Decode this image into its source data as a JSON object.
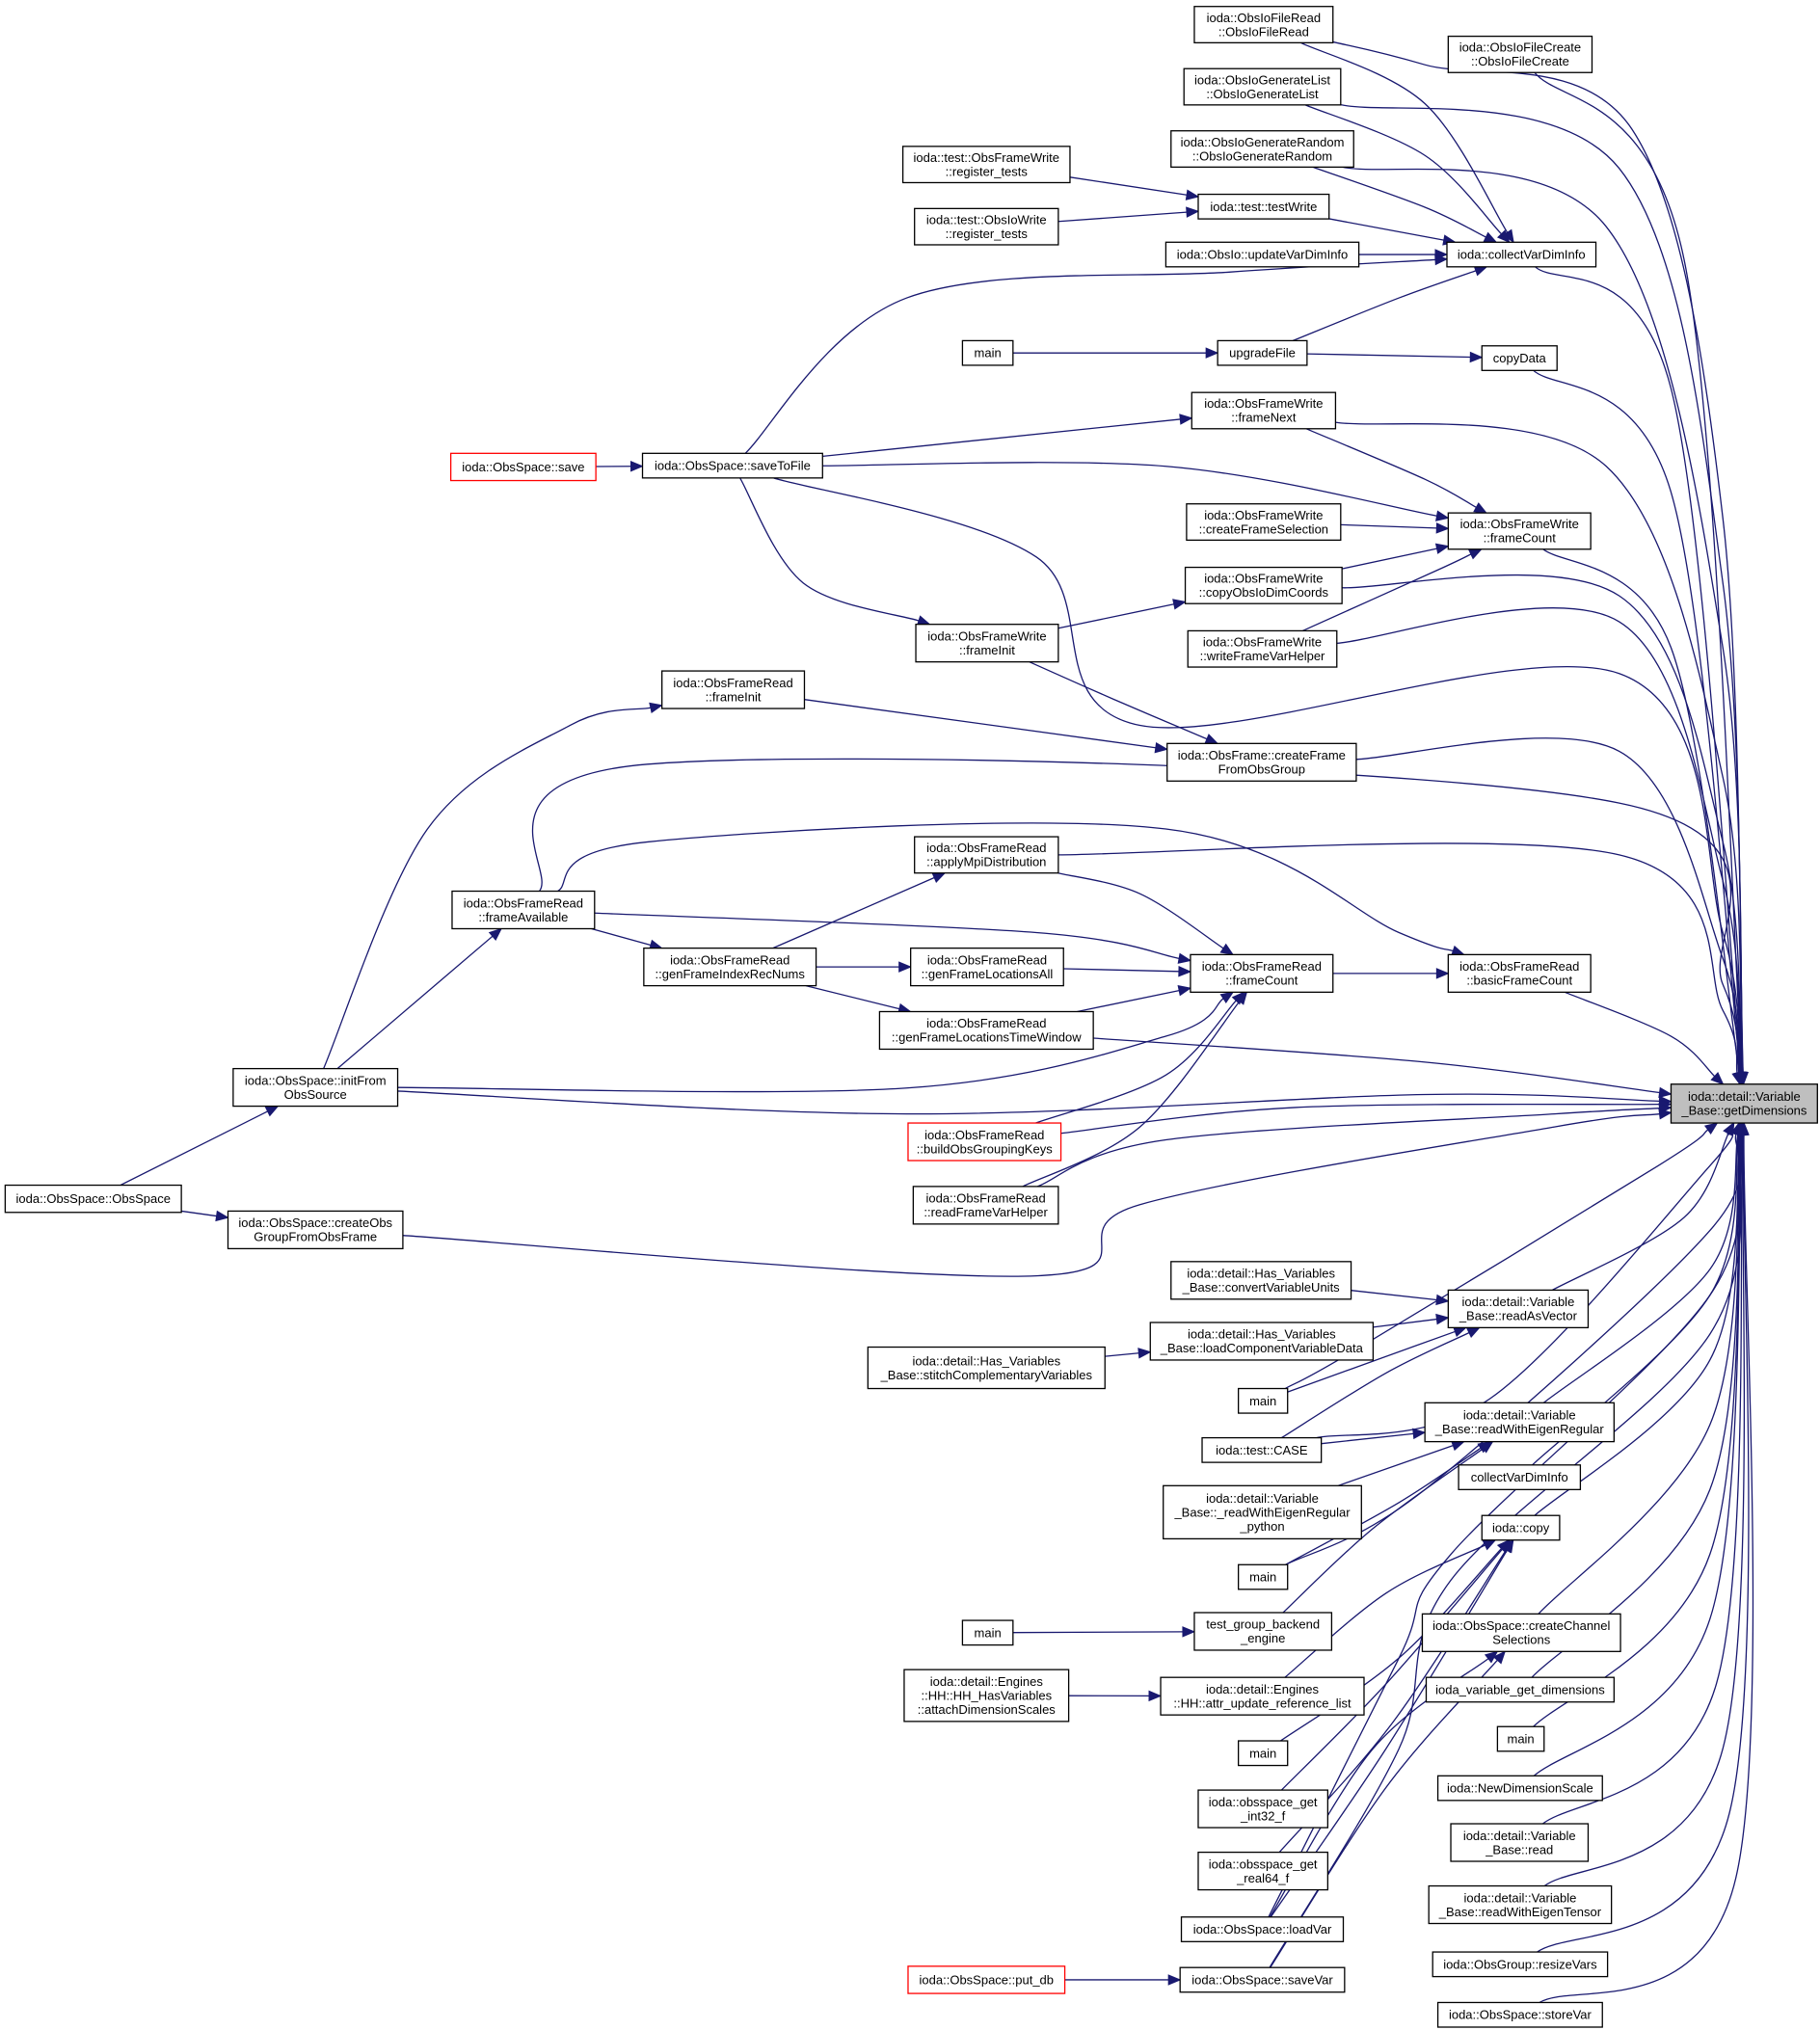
{
  "colors": {
    "edge": "#191970",
    "box_border": "#000000",
    "truncated_border": "#ff0000",
    "target_fill": "#bfbfbf"
  },
  "target": "getDimensions",
  "nodes": {
    "getDimensions": [
      "ioda::detail::Variable",
      "_Base::getDimensions"
    ],
    "fileReadCtor": [
      "ioda::ObsIoFileRead",
      "::ObsIoFileRead"
    ],
    "fileCreateCtor": [
      "ioda::ObsIoFileCreate",
      "::ObsIoFileCreate"
    ],
    "genListCtor": [
      "ioda::ObsIoGenerateList",
      "::ObsIoGenerateList"
    ],
    "genRandomCtor": [
      "ioda::ObsIoGenerateRandom",
      "::ObsIoGenerateRandom"
    ],
    "testFwRegister": [
      "ioda::test::ObsFrameWrite",
      "::register_tests"
    ],
    "testIoRegister": [
      "ioda::test::ObsIoWrite",
      "::register_tests"
    ],
    "testWrite": [
      "ioda::test::testWrite"
    ],
    "updateVarDimInfo": [
      "ioda::ObsIo::updateVarDimInfo"
    ],
    "collectVarDimInfo": [
      "ioda::collectVarDimInfo"
    ],
    "main1": [
      "main"
    ],
    "upgradeFile": [
      "upgradeFile"
    ],
    "copyData": [
      "copyData"
    ],
    "fwFrameNext": [
      "ioda::ObsFrameWrite",
      "::frameNext"
    ],
    "osSave": [
      "ioda::ObsSpace::save"
    ],
    "osSaveToFile": [
      "ioda::ObsSpace::saveToFile"
    ],
    "fwCreateFrameSel": [
      "ioda::ObsFrameWrite",
      "::createFrameSelection"
    ],
    "fwFrameCount": [
      "ioda::ObsFrameWrite",
      "::frameCount"
    ],
    "fwCopyObsIoDim": [
      "ioda::ObsFrameWrite",
      "::copyObsIoDimCoords"
    ],
    "fwFrameInit": [
      "ioda::ObsFrameWrite",
      "::frameInit"
    ],
    "fwWriteFrameVar": [
      "ioda::ObsFrameWrite",
      "::writeFrameVarHelper"
    ],
    "frFrameInit": [
      "ioda::ObsFrameRead",
      "::frameInit"
    ],
    "ofCreateFrame": [
      "ioda::ObsFrame::createFrame",
      "FromObsGroup"
    ],
    "frApplyMpi": [
      "ioda::ObsFrameRead",
      "::applyMpiDistribution"
    ],
    "frFrameAvailable": [
      "ioda::ObsFrameRead",
      "::frameAvailable"
    ],
    "frGenIndexRec": [
      "ioda::ObsFrameRead",
      "::genFrameIndexRecNums"
    ],
    "frGenLocAll": [
      "ioda::ObsFrameRead",
      "::genFrameLocationsAll"
    ],
    "frFrameCount": [
      "ioda::ObsFrameRead",
      "::frameCount"
    ],
    "frBasicFrameCount": [
      "ioda::ObsFrameRead",
      "::basicFrameCount"
    ],
    "frGenLocTime": [
      "ioda::ObsFrameRead",
      "::genFrameLocationsTimeWindow"
    ],
    "osInitFrom": [
      "ioda::ObsSpace::initFrom",
      "ObsSource"
    ],
    "frBuildGrouping": [
      "ioda::ObsFrameRead",
      "::buildObsGroupingKeys"
    ],
    "osCtor": [
      "ioda::ObsSpace::ObsSpace"
    ],
    "osCreateObsGroup": [
      "ioda::ObsSpace::createObs",
      "GroupFromObsFrame"
    ],
    "frReadFrameVar": [
      "ioda::ObsFrameRead",
      "::readFrameVarHelper"
    ],
    "hvConvertUnits": [
      "ioda::detail::Has_Variables",
      "_Base::convertVariableUnits"
    ],
    "vbReadAsVector": [
      "ioda::detail::Variable",
      "_Base::readAsVector"
    ],
    "hvLoadComponent": [
      "ioda::detail::Has_Variables",
      "_Base::loadComponentVariableData"
    ],
    "hvStitch": [
      "ioda::detail::Has_Variables",
      "_Base::stitchComplementaryVariables"
    ],
    "main2": [
      "main"
    ],
    "vbReadEigenReg": [
      "ioda::detail::Variable",
      "_Base::readWithEigenRegular"
    ],
    "testCase": [
      "ioda::test::CASE"
    ],
    "collectVarDimInfo2": [
      "collectVarDimInfo"
    ],
    "vbReadEigenRegPy": [
      "ioda::detail::Variable",
      "_Base::_readWithEigenRegular",
      "_python"
    ],
    "iodaCopy": [
      "ioda::copy"
    ],
    "main3": [
      "main"
    ],
    "main4": [
      "main"
    ],
    "testGroupBackend": [
      "test_group_backend",
      "_engine"
    ],
    "osCreateChannelSel": [
      "ioda::ObsSpace::createChannel",
      "Selections"
    ],
    "hhAttachDimScales": [
      "ioda::detail::Engines",
      "::HH::HH_HasVariables",
      "::attachDimensionScales"
    ],
    "hhAttrUpdate": [
      "ioda::detail::Engines",
      "::HH::attr_update_reference_list"
    ],
    "iodaVarGetDims": [
      "ioda_variable_get_dimensions"
    ],
    "main5": [
      "main"
    ],
    "main6": [
      "main"
    ],
    "osGetInt32": [
      "ioda::obsspace_get",
      "_int32_f"
    ],
    "newDimScale": [
      "ioda::NewDimensionScale"
    ],
    "vbRead": [
      "ioda::detail::Variable",
      "_Base::read"
    ],
    "osGetReal64": [
      "ioda::obsspace_get",
      "_real64_f"
    ],
    "vbReadEigenTensor": [
      "ioda::detail::Variable",
      "_Base::readWithEigenTensor"
    ],
    "osLoadVar": [
      "ioda::ObsSpace::loadVar"
    ],
    "ogResizeVars": [
      "ioda::ObsGroup::resizeVars"
    ],
    "osPutDb": [
      "ioda::ObsSpace::put_db"
    ],
    "osSaveVar": [
      "ioda::ObsSpace::saveVar"
    ],
    "osStoreVar": [
      "ioda::ObsSpace::storeVar"
    ]
  }
}
